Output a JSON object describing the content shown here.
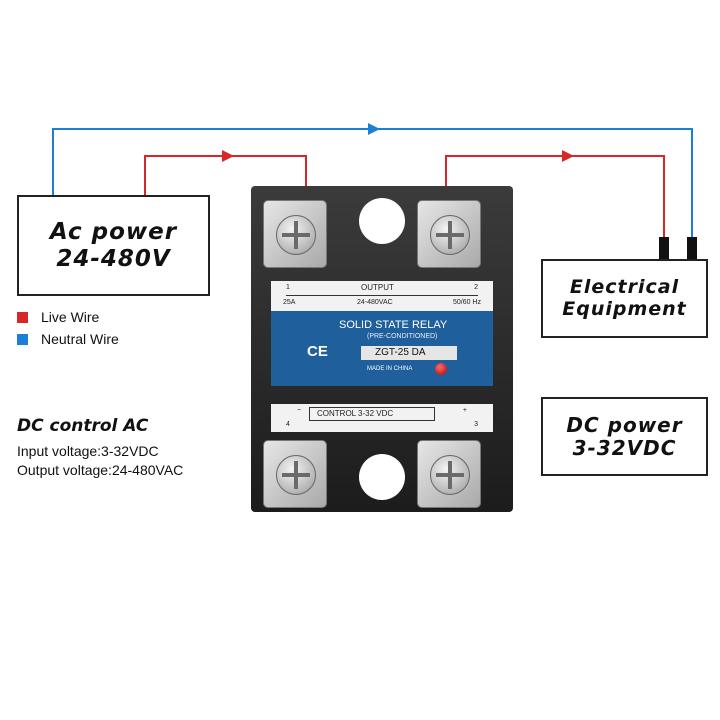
{
  "ac_power": {
    "line1": "Ac power",
    "line2": "24-480V"
  },
  "equipment": {
    "line1": "Electrical",
    "line2": "Equipment"
  },
  "dc_power": {
    "line1": "DC power",
    "line2": "3-32VDC"
  },
  "legend": {
    "live": {
      "label": "Live Wire",
      "color": "#d62828"
    },
    "neutral": {
      "label": "Neutral Wire",
      "color": "#1c7fd6"
    }
  },
  "dc_control": {
    "title": "DC control AC",
    "input": "Input voltage:3-32VDC",
    "output": "Output voltage:24-480VAC"
  },
  "relay": {
    "term1": "1",
    "term2": "2",
    "term3": "3",
    "term4": "4",
    "output": "OUTPUT",
    "current": "25A",
    "voltage": "24-480VAC",
    "freq": "50/60 Hz",
    "title": "SOLID STATE RELAY",
    "subtitle": "(PRE-CONDITIONED)",
    "model": "ZGT-25 DA",
    "ce": "CE",
    "made": "MADE IN CHINA",
    "minus": "−",
    "plus": "+",
    "control": "CONTROL 3-32 VDC"
  },
  "colors": {
    "live_wire": "#d62828",
    "neutral_wire": "#1c7fd6",
    "relay_blue": "#1f5f9c",
    "led": "#e01010"
  }
}
